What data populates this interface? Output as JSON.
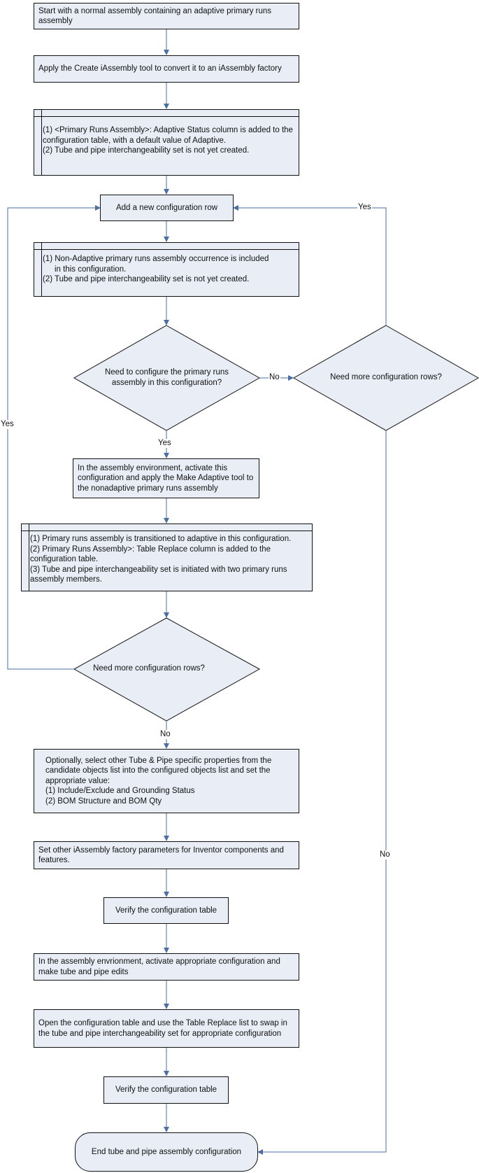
{
  "nodes": {
    "start": "Start with a normal assembly containing an adaptive primary runs assembly",
    "create_factory": "Apply the Create iAssembly tool to convert it to an iAssembly factory",
    "note1": [
      "(1) <Primary Runs Assembly>: Adaptive Status column is added to the configuration table, with a default value of Adaptive.",
      "(2) Tube and pipe interchangeability set is not yet created."
    ],
    "add_row": "Add a new configuration row",
    "note2": [
      "(1) Non-Adaptive primary runs assembly occurrence is included",
      "in this configuration.",
      "(2) Tube and pipe interchangeability set is not yet created."
    ],
    "decision_configure": "Need to configure the primary runs assembly in this configuration?",
    "decision_more_right": "Need more configuration rows?",
    "make_adaptive": "In the assembly environment, activate this configuration and apply the Make Adaptive tool to the nonadaptive primary runs assembly",
    "note3": [
      "(1) Primary runs assembly is transitioned to adaptive in this configuration.",
      "(2) Primary Runs Assembly>: Table Replace column is added to the configuration table.",
      "(3) Tube and pipe interchangeability set is initiated with two primary runs assembly members."
    ],
    "decision_more_left": "Need more configuration rows?",
    "optional_props": [
      "Optionally, select other Tube & Pipe specific properties from the candidate objects list into the configured objects list and set the appropriate value:",
      "(1) Include/Exclude and Grounding Status",
      "(2) BOM Structure and BOM Qty"
    ],
    "set_params": "Set other iAssembly factory parameters for Inventor components and features.",
    "verify1": "Verify the configuration table",
    "activate_edit": "In the assembly envrionment, activate appropriate configuration and make tube and pipe edits",
    "table_replace": "Open the configuration table and use the Table Replace list to swap in the tube and pipe interchangeability set for appropriate configuration",
    "verify2": "Verify the configuration table",
    "end": "End tube and pipe assembly configuration"
  },
  "edge_labels": {
    "yes_top_right": "Yes",
    "no_middle": "No",
    "yes_below_configure": "Yes",
    "yes_left": "Yes",
    "no_below_more": "No",
    "no_right": "No"
  },
  "colors": {
    "node_fill": "#e8edf6",
    "node_border": "#111111",
    "connector": "#4a6fa5"
  }
}
